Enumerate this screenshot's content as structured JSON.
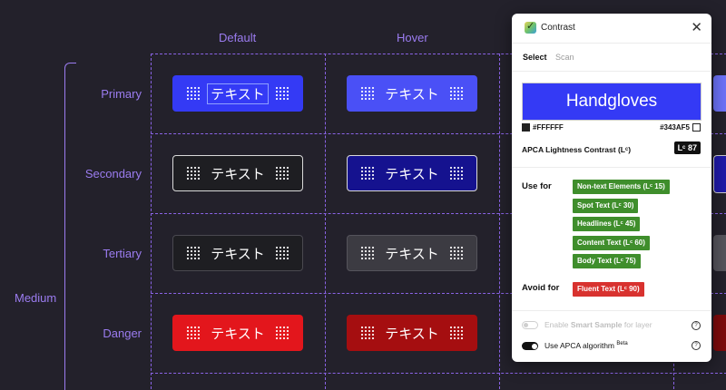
{
  "columns": {
    "default": "Default",
    "hover": "Hover"
  },
  "rows": {
    "primary": "Primary",
    "secondary": "Secondary",
    "tertiary": "Tertiary",
    "danger": "Danger"
  },
  "size_label": "Medium",
  "button_text": "テキスト",
  "colors": {
    "primary_default": "#343AF5",
    "primary_hover": "#4a50f6",
    "secondary_default": "#1e1e22",
    "secondary_hover": "#15128f",
    "tertiary_default": "#1e1e22",
    "tertiary_hover": "#3c3b42",
    "danger_default": "#e3161c",
    "danger_hover": "#a50e10",
    "accent_grid": "#8a63e6",
    "label": "#9b7cf0"
  },
  "panel": {
    "title": "Contrast",
    "close_icon": "close-icon",
    "tabs": {
      "select": "Select",
      "scan": "Scan"
    },
    "preview_text": "Handgloves",
    "foreground_hex": "#FFFFFF",
    "background_hex": "#343AF5",
    "apca_label": "APCA Lightness Contrast (Lᶜ)",
    "apca_value": "Lᶜ 87",
    "use_for_label": "Use for",
    "use_for": [
      "Non-text Elements (Lᶜ 15)",
      "Spot Text (Lᶜ 30)",
      "Headlines (Lᶜ 45)",
      "Content Text (Lᶜ 60)",
      "Body Text (Lᶜ 75)"
    ],
    "avoid_for_label": "Avoid for",
    "avoid_for": [
      "Fluent Text (Lᶜ 90)"
    ],
    "smart_sample_prefix": "Enable ",
    "smart_sample_bold": "Smart Sample",
    "smart_sample_suffix": " for layer",
    "apca_toggle_label": "Use APCA algorithm",
    "apca_toggle_badge": "Beta"
  }
}
